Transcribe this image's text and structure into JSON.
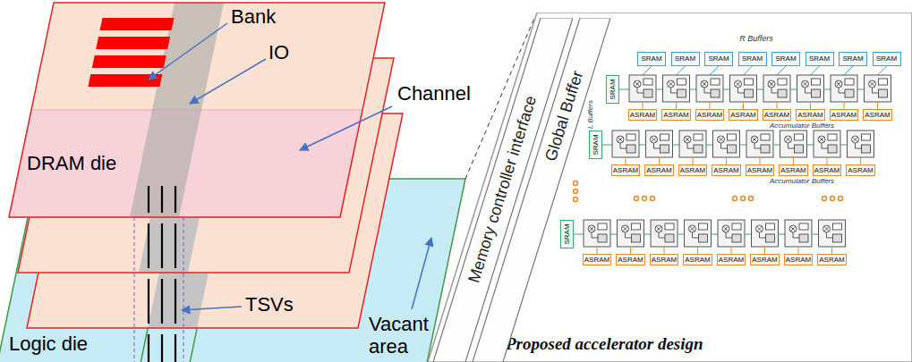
{
  "diagram": {
    "nodes": [
      {
        "text": [
          "Proposed accelerator design"
        ]
      },
      {
        "text": [
          "Memory controller interface"
        ],
        "in": 0
      },
      {
        "text": [
          "Global Buffer"
        ],
        "in": 0
      },
      {
        "text": [
          "SRAM"
        ],
        "in": 0
      },
      {
        "text": [
          "SRAM"
        ],
        "in": 0
      },
      {
        "text": [
          "SRAM"
        ],
        "in": 0
      },
      {
        "text": [
          "SRAM"
        ],
        "in": 0
      },
      {
        "text": [
          "SRAM"
        ],
        "in": 0
      },
      {
        "text": [
          "SRAM"
        ],
        "in": 0
      },
      {
        "text": [
          "SRAM"
        ],
        "in": 0
      },
      {
        "text": [
          "SRAM"
        ],
        "in": 0
      },
      {
        "text": [
          "SRAM"
        ],
        "in": 0
      },
      {
        "text": [
          "ASRAM"
        ],
        "in": 0
      },
      {
        "text": [
          "ASRAM"
        ],
        "in": 0
      },
      {
        "text": [
          "ASRAM"
        ],
        "in": 0
      },
      {
        "text": [
          "ASRAM"
        ],
        "in": 0
      },
      {
        "text": [
          "ASRAM"
        ],
        "in": 0
      },
      {
        "text": [
          "ASRAM"
        ],
        "in": 0
      },
      {
        "text": [
          "ASRAM"
        ],
        "in": 0
      },
      {
        "text": [
          "ASRAM"
        ],
        "in": 0
      },
      {
        "text": [
          "SRAM"
        ],
        "in": 0
      },
      {
        "text": [
          "ASRAM"
        ],
        "in": 0
      },
      {
        "text": [
          "ASRAM"
        ],
        "in": 0
      },
      {
        "text": [
          "ASRAM"
        ],
        "in": 0
      },
      {
        "text": [
          "ASRAM"
        ],
        "in": 0
      },
      {
        "text": [
          "ASRAM"
        ],
        "in": 0
      },
      {
        "text": [
          "ASRAM"
        ],
        "in": 0
      },
      {
        "text": [
          "ASRAM"
        ],
        "in": 0
      },
      {
        "text": [
          "ASRAM"
        ],
        "in": 0
      },
      {
        "text": [
          "SRAM"
        ],
        "in": 0
      },
      {
        "text": [
          "ASRAM"
        ],
        "in": 0
      },
      {
        "text": [
          "ASRAM"
        ],
        "in": 0
      },
      {
        "text": [
          "ASRAM"
        ],
        "in": 0
      },
      {
        "text": [
          "ASRAM"
        ],
        "in": 0
      },
      {
        "text": [
          "ASRAM"
        ],
        "in": 0
      },
      {
        "text": [
          "ASRAM"
        ],
        "in": 0
      },
      {
        "text": [
          "ASRAM"
        ],
        "in": 0
      },
      {
        "text": [
          "ASRAM"
        ],
        "in": 0
      }
    ],
    "labels": [
      "Bank",
      "IO",
      "Channel",
      "DRAM die",
      "TSVs",
      "Vacant area",
      "Logic die",
      "R Buffers",
      "L Buffers",
      "Accumulator Buffers",
      "Accumulator Buffers"
    ]
  }
}
